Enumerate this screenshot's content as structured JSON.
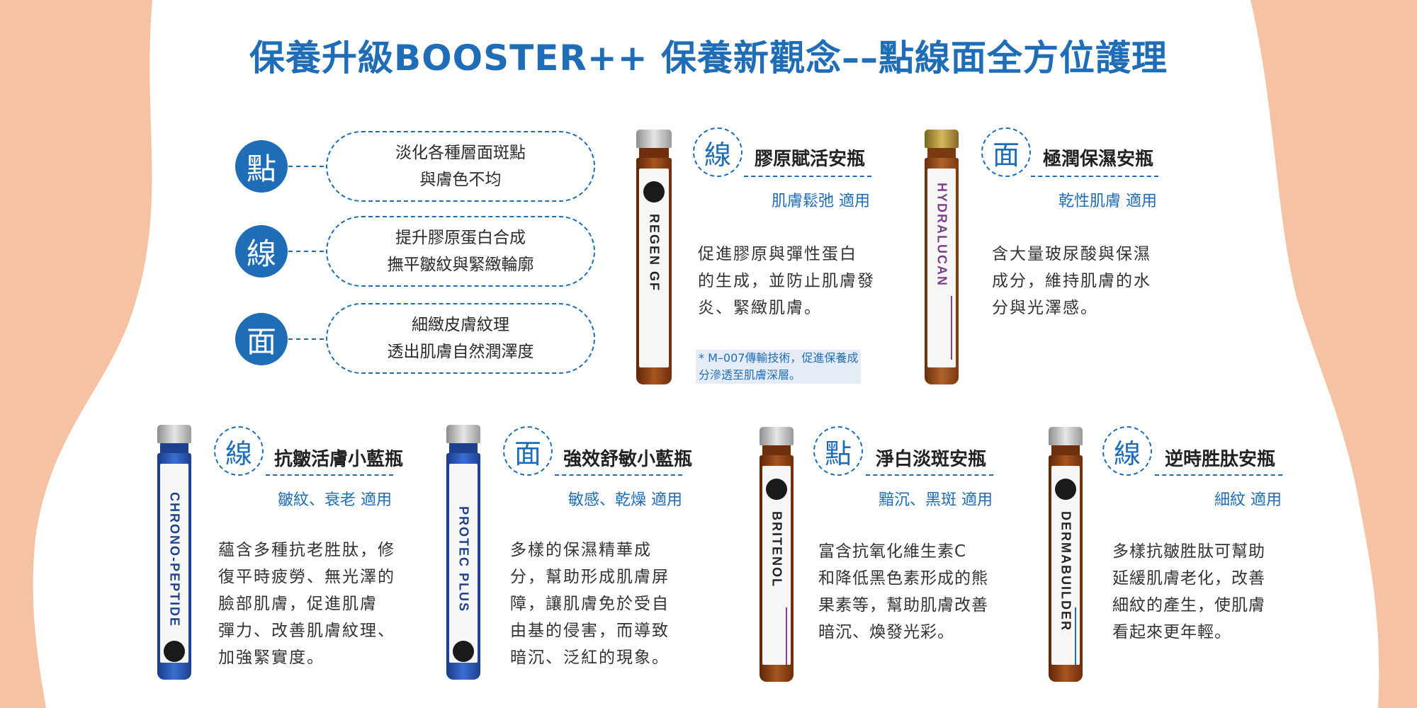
{
  "title": "保養升級BOOSTER++ 保養新觀念––點線面全方位護理",
  "concepts": [
    {
      "char": "點",
      "line1": "淡化各種層面斑點",
      "line2": "與膚色不均"
    },
    {
      "char": "線",
      "line1": "提升膠原蛋白合成",
      "line2": "撫平皺紋與緊緻輪廓"
    },
    {
      "char": "面",
      "line1": "細緻皮膚紋理",
      "line2": "透出肌膚自然潤澤度"
    }
  ],
  "products": [
    {
      "badge": "線",
      "name": "膠原賦活安瓶",
      "suit": "肌膚鬆弛 適用",
      "desc": [
        "促進膠原與彈性蛋白",
        "的生成，並防止肌膚發",
        "炎、緊緻肌膚。"
      ],
      "note": [
        "* M–007傳輸技術，促進保養成",
        "分滲透至肌膚深層。"
      ],
      "vial_label": "REGEN GF"
    },
    {
      "badge": "面",
      "name": "極潤保濕安瓶",
      "suit": "乾性肌膚 適用",
      "desc": [
        "含大量玻尿酸與保濕",
        "成分，維持肌膚的水",
        "分與光澤感。"
      ],
      "vial_label": "HYDRALUCAN"
    },
    {
      "badge": "線",
      "name": "抗皺活膚小藍瓶",
      "suit": "皺紋、衰老 適用",
      "desc": [
        "蘊含多種抗老胜肽，修",
        "復平時疲勞、無光澤的",
        "臉部肌膚，促進肌膚",
        "彈力、改善肌膚紋理、",
        "加強緊實度。"
      ],
      "vial_label": "CHRONO-PEPTIDE"
    },
    {
      "badge": "面",
      "name": "強效舒敏小藍瓶",
      "suit": "敏感、乾燥 適用",
      "desc": [
        "多樣的保濕精華成",
        "分，幫助形成肌膚屏",
        "障，讓肌膚免於受自",
        "由基的侵害，而導致",
        "暗沉、泛紅的現象。"
      ],
      "vial_label": "PROTEC PLUS"
    },
    {
      "badge": "點",
      "name": "淨白淡斑安瓶",
      "suit": "黯沉、黑斑 適用",
      "desc": [
        "富含抗氧化維生素C",
        "和降低黑色素形成的熊",
        "果素等，幫助肌膚改善",
        "暗沉、煥發光彩。"
      ],
      "vial_label": "BRITENOL"
    },
    {
      "badge": "線",
      "name": "逆時胜肽安瓶",
      "suit": "細紋 適用",
      "desc": [
        "多樣抗皺胜肽可幫助",
        "延緩肌膚老化，改善",
        "細紋的產生，使肌膚",
        "看起來更年輕。"
      ],
      "vial_label": "DERMABUILDER"
    }
  ],
  "colors": {
    "accent": "#1f6db6",
    "background": "#f5c3a4",
    "amber": "#8a4415",
    "blue": "#1f4fa8"
  }
}
